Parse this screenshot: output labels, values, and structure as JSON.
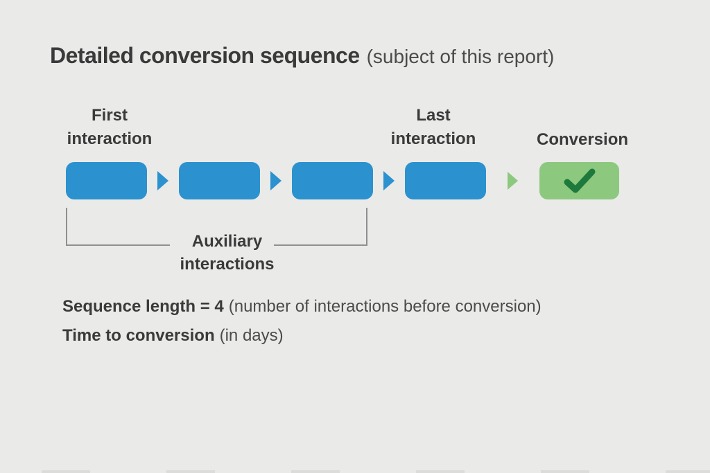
{
  "title": {
    "main": "Detailed conversion sequence",
    "sub": "(subject of this report)"
  },
  "stage_labels": {
    "first": {
      "line1": "First",
      "line2": "interaction"
    },
    "last": {
      "line1": "Last",
      "line2": "interaction"
    },
    "conversion": "Conversion"
  },
  "sequence": {
    "interaction_box_count": 4,
    "conversion_box_count": 1,
    "sequence_length": 4
  },
  "bracket": {
    "label_line1": "Auxiliary",
    "label_line2": "interactions"
  },
  "notes": {
    "sequence_length": {
      "bold": "Sequence length = 4",
      "detail": "(number of interactions before conversion)"
    },
    "time_to_conversion": {
      "bold": "Time to conversion",
      "detail": "(in days)"
    }
  },
  "icons": {
    "conversion_check": "checkmark-icon"
  },
  "colors": {
    "background": "#eaeae8",
    "interaction_blue": "#2b92cf",
    "conversion_green": "#8cc87e",
    "checkmark_green": "#1e7a3c",
    "heading_text": "#3a3a3a",
    "secondary_text": "#4b4b4b",
    "bracket_gray": "#8f8f8f"
  }
}
